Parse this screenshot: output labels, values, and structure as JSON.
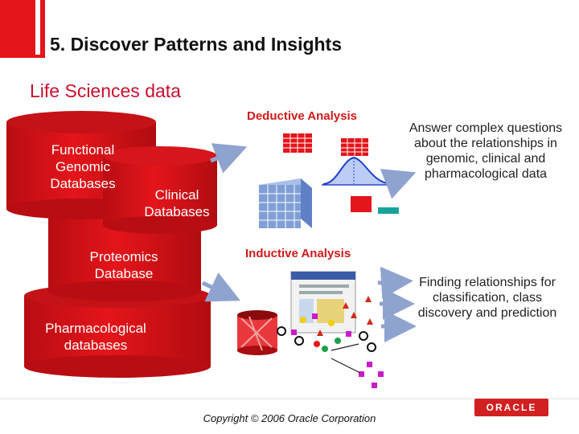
{
  "slide": {
    "title": "5. Discover Patterns and Insights",
    "subtitle": "Life Sciences data",
    "copyright": "Copyright © 2006 Oracle Corporation",
    "brand": "ORACLE"
  },
  "databases": [
    {
      "id": "functional",
      "label": "Functional Genomic Databases"
    },
    {
      "id": "clinical",
      "label": "Clinical Databases"
    },
    {
      "id": "proteomics",
      "label": "Proteomics Database"
    },
    {
      "id": "pharmacological",
      "label": "Pharmacological databases"
    }
  ],
  "analysis": {
    "deductive": {
      "label": "Deductive Analysis",
      "outcome": "Answer complex questions about the relationships in genomic, clinical and pharmacological data"
    },
    "inductive": {
      "label": "Inductive Analysis",
      "outcome": "Finding relationships for classification, class discovery and prediction"
    }
  },
  "colors": {
    "accent_red": "#e4151b",
    "cylinder_top": "#b80d12",
    "arrow": "#8fa3cf",
    "cube": "#7f9fd6",
    "bar_teal": "#17a39a",
    "curve_blue": "#1e3fd1"
  }
}
